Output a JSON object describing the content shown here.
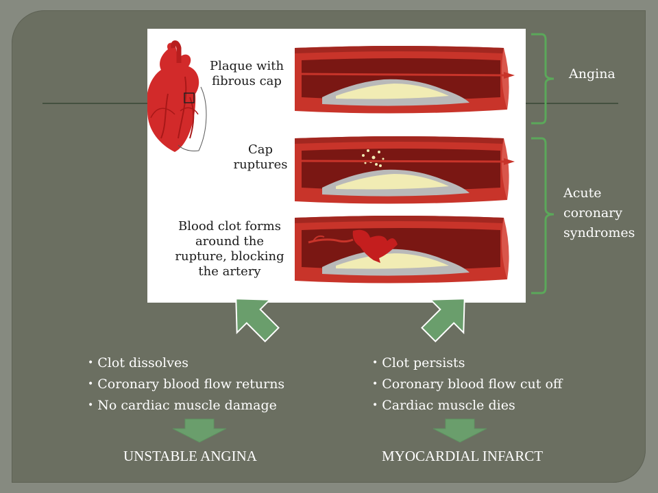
{
  "figure": {
    "stage1": "Plaque with fibrous cap",
    "stage2": "Cap ruptures",
    "stage3": "Blood clot forms around the rupture, blocking the artery"
  },
  "side": {
    "angina": "Angina",
    "acs_line1": "Acute",
    "acs_line2": "coronary",
    "acs_line3": "syndromes"
  },
  "left_bullets": [
    "Clot dissolves",
    "Coronary blood flow returns",
    "No cardiac muscle damage"
  ],
  "right_bullets": [
    "Clot persists",
    "Coronary blood flow cut off",
    "Cardiac muscle dies"
  ],
  "outcomes": {
    "left": "UNSTABLE ANGINA",
    "right": "MYOCARDIAL INFARCT"
  },
  "colors": {
    "slide_bg": "#6b6f61",
    "arrow_fill": "#6a9e6c",
    "bracket": "#5ba85a",
    "artery": "#c8342a"
  }
}
